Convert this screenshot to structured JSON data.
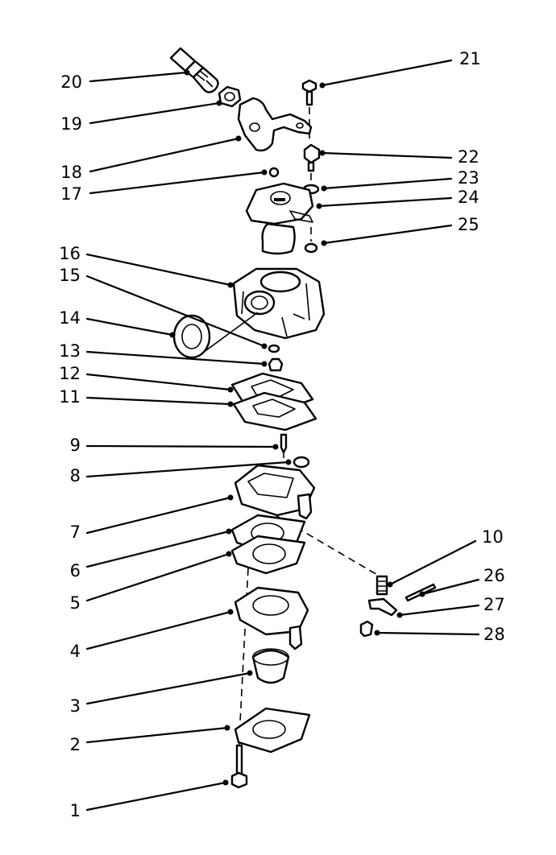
{
  "colors": {
    "ink": "#000000",
    "paper": "#ffffff"
  },
  "parts": [
    {
      "id": "1",
      "label": "1"
    },
    {
      "id": "2",
      "label": "2"
    },
    {
      "id": "3",
      "label": "3"
    },
    {
      "id": "4",
      "label": "4"
    },
    {
      "id": "5",
      "label": "5"
    },
    {
      "id": "6",
      "label": "6"
    },
    {
      "id": "7",
      "label": "7"
    },
    {
      "id": "8",
      "label": "8"
    },
    {
      "id": "9",
      "label": "9"
    },
    {
      "id": "10",
      "label": "10"
    },
    {
      "id": "11",
      "label": "11"
    },
    {
      "id": "12",
      "label": "12"
    },
    {
      "id": "13",
      "label": "13"
    },
    {
      "id": "14",
      "label": "14"
    },
    {
      "id": "15",
      "label": "15"
    },
    {
      "id": "16",
      "label": "16"
    },
    {
      "id": "17",
      "label": "17"
    },
    {
      "id": "18",
      "label": "18"
    },
    {
      "id": "19",
      "label": "19"
    },
    {
      "id": "20",
      "label": "20"
    },
    {
      "id": "21",
      "label": "21"
    },
    {
      "id": "22",
      "label": "22"
    },
    {
      "id": "23",
      "label": "23"
    },
    {
      "id": "24",
      "label": "24"
    },
    {
      "id": "25",
      "label": "25"
    },
    {
      "id": "26",
      "label": "26"
    },
    {
      "id": "27",
      "label": "27"
    },
    {
      "id": "28",
      "label": "28"
    }
  ]
}
